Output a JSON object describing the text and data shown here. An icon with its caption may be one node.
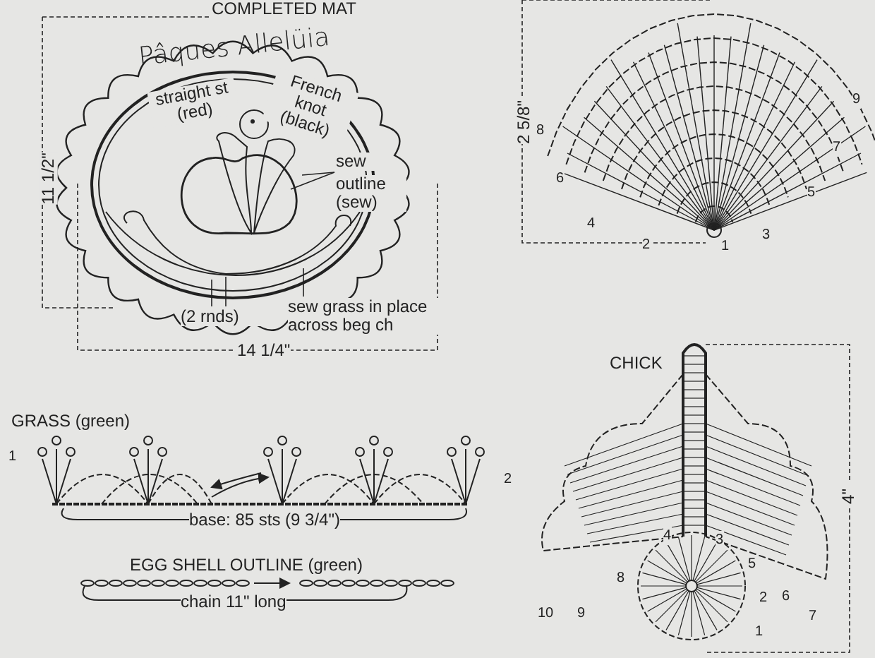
{
  "diagram": {
    "nodes": [
      {
        "text": [
          "straight st (red)"
        ]
      },
      {
        "text": [
          "French knot (black)"
        ]
      },
      {
        "text": [
          "sew"
        ]
      },
      {
        "text": [
          "outline (sew)"
        ]
      },
      {
        "text": [
          "(2 rnds)"
        ]
      },
      {
        "text": [
          "sew grass in place across beg ch"
        ]
      }
    ],
    "edges": [
      {
        "from": 2,
        "to": null,
        "arrow": "none"
      },
      {
        "from": 2,
        "to": null,
        "arrow": "none"
      },
      {
        "from": 4,
        "to": null,
        "arrow": "none"
      },
      {
        "from": 4,
        "to": null,
        "arrow": "none"
      },
      {
        "from": 5,
        "to": null,
        "arrow": "none"
      }
    ],
    "labels": [
      "COMPLETED MAT",
      "Pâques Allelüia",
      "11 1/2\"",
      "14 1/4\"",
      "2 5/8\"",
      "9",
      "8",
      "7",
      "6",
      "5",
      "4",
      "3",
      "2",
      "1",
      "GRASS (green)",
      "1",
      "2",
      "base: 85 sts (9 3/4\")",
      "EGG SHELL OUTLINE (green)",
      "chain 11\" long",
      "CHICK",
      "4\"",
      "4",
      "3",
      "5",
      "2",
      "10",
      "9",
      "8",
      "6",
      "1",
      "7"
    ]
  }
}
